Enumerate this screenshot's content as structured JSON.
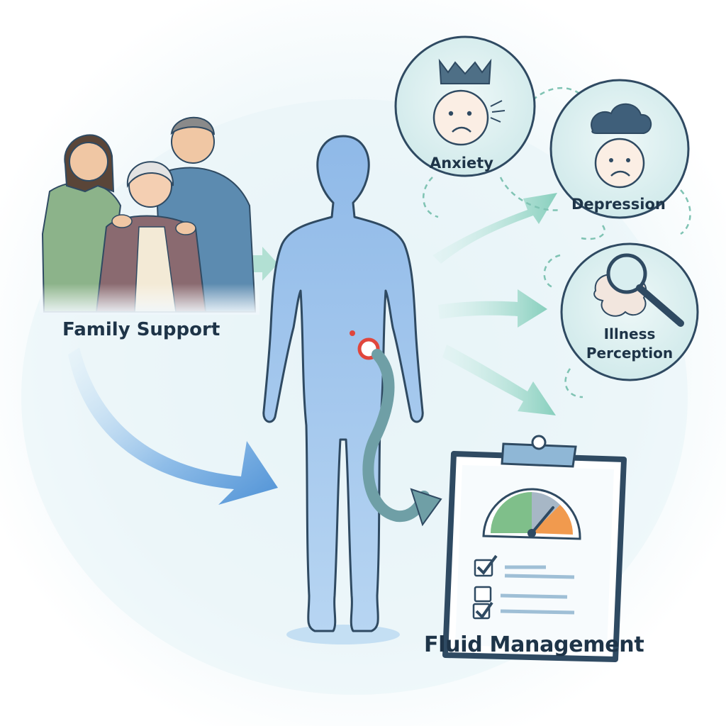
{
  "family_support": {
    "label": "Family Support"
  },
  "anxiety": {
    "label": "Anxiety"
  },
  "depression": {
    "label": "Depression"
  },
  "illness_perception": {
    "line1": "Illness",
    "line2": "Perception"
  },
  "fluid_management": {
    "label": "Fluid Management"
  },
  "colors": {
    "body": "#9cc3ec",
    "outline": "#2f4a62",
    "arrow_blue": "#5b9ad6",
    "arrow_teal": "#8fd3c2",
    "circle_fill": "#dff1f2",
    "catheter_ring": "#e0463c",
    "gauge_green": "#7fbf8a",
    "gauge_orange": "#f19a4e"
  }
}
